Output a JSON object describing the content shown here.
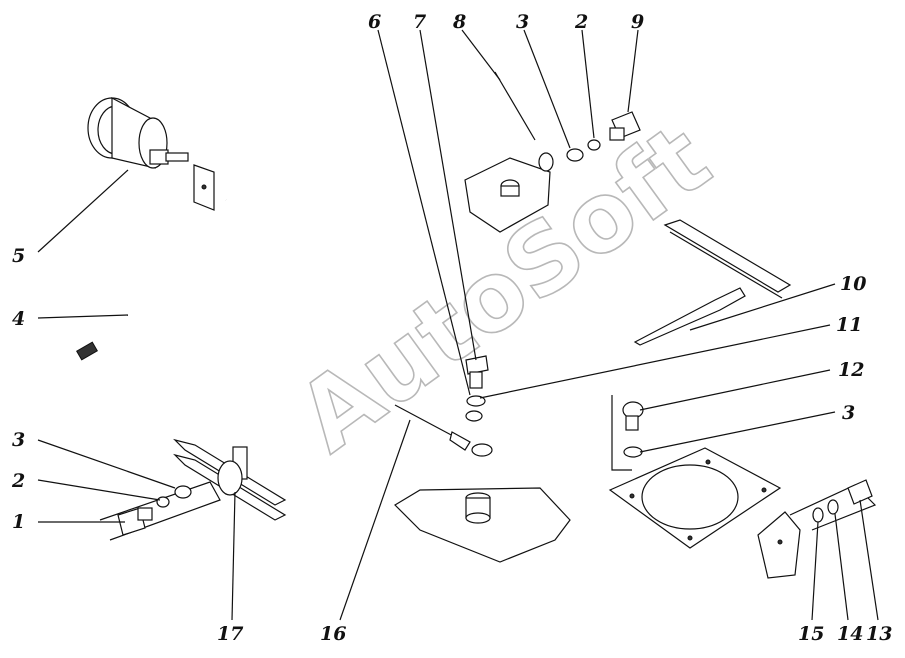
{
  "watermark": "AutoSoft",
  "callouts": [
    "6",
    "7",
    "8",
    "3",
    "2",
    "9",
    "5",
    "4",
    "10",
    "11",
    "12",
    "3",
    "3",
    "2",
    "1",
    "17",
    "16",
    "15",
    "14",
    "13"
  ]
}
